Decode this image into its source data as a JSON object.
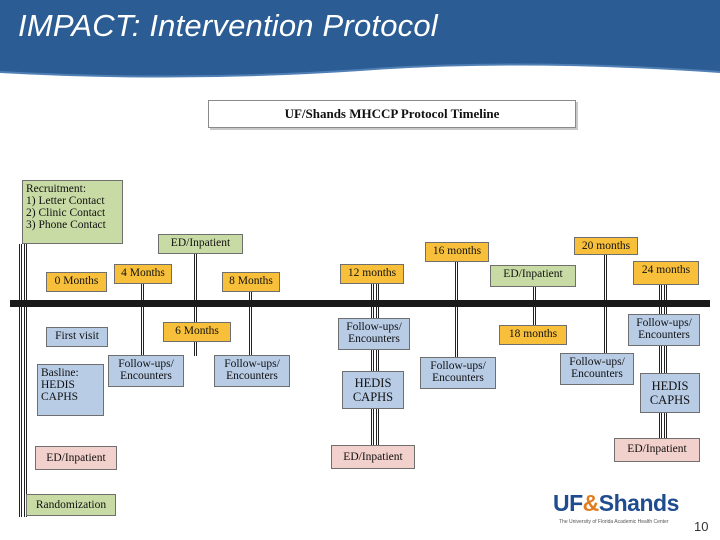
{
  "slide": {
    "title": "IMPACT: Intervention Protocol",
    "page_number": "10"
  },
  "timeline": {
    "title": "UF/Shands MHCCP Protocol Timeline",
    "boxes": {
      "recruitment": "Recruitment:\n1) Letter Contact\n2) Clinic Contact\n3) Phone Contact",
      "ed_inpatient_1": "ED/Inpatient",
      "m0": "0 Months",
      "m4": "4 Months",
      "m8": "8 Months",
      "m12": "12 months",
      "m16": "16 months",
      "ed_inpatient_2": "ED/Inpatient",
      "m20": "20 months",
      "m24": "24 months",
      "first_visit": "First visit",
      "m6": "6 Months",
      "fu_12": "Follow-ups/\nEncounters",
      "m18": "18 months",
      "fu_24": "Follow-ups/\nEncounters",
      "baseline": "Basline:\nHEDIS\nCAPHS",
      "fu_4": "Follow-ups/\nEncounters",
      "fu_8": "Follow-ups/\nEncounters",
      "hedis_12": "HEDIS\nCAPHS",
      "fu_16": "Follow-ups/\nEncounters",
      "fu_20": "Follow-ups/\nEncounters",
      "hedis_24": "HEDIS\nCAPHS",
      "ed_inpatient_0": "ED/Inpatient",
      "ed_inpatient_12": "ED/Inpatient",
      "ed_inpatient_24": "ED/Inpatient",
      "randomization": "Randomization"
    }
  },
  "logo": {
    "brand_a": "UF",
    "brand_amp": "&",
    "brand_b": "Shands",
    "tagline": "The University of Florida Academic Health Center"
  },
  "colors": {
    "header_blue": "#2b5c93",
    "green": "#c9dba5",
    "orange": "#f8c03a",
    "blue": "#b8cce6",
    "pink": "#f2d0cb"
  }
}
